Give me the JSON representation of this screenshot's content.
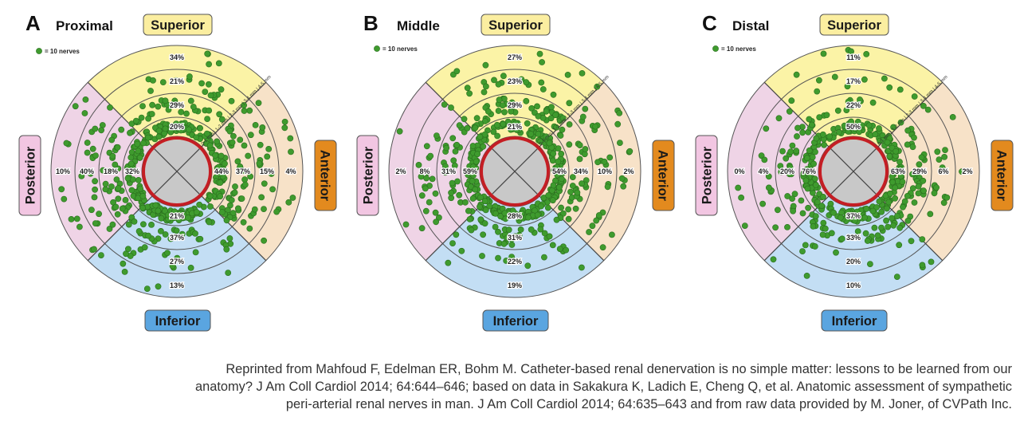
{
  "colors": {
    "superior": "#fbf3a6",
    "anterior": "#f7e2c8",
    "inferior": "#c3def4",
    "posterior": "#efd4e6",
    "nerve": "#3f9b2e",
    "artery_wall": "#c41e24",
    "lumen": "#c8c8c8",
    "label_superior": "#fbeea0",
    "label_anterior": "#e38a1e",
    "label_inferior": "#5aa5e0",
    "label_posterior": "#f2c6e2"
  },
  "legend_text": "= 10 nerves",
  "ring_scale_text": "0-1 mm | 1-2 mm | 2-3 mm | 3-4 mm | 4-5 mm",
  "quadrant_labels": {
    "superior": "Superior",
    "anterior": "Anterior",
    "inferior": "Inferior",
    "posterior": "Posterior"
  },
  "panels": [
    {
      "letter": "A",
      "title": "Proximal",
      "percentages": {
        "superior": [
          "20%",
          "29%",
          "21%",
          "34%"
        ],
        "anterior": [
          "44%",
          "37%",
          "15%",
          "4%"
        ],
        "inferior": [
          "21%",
          "37%",
          "27%",
          "13%"
        ],
        "posterior": [
          "32%",
          "18%",
          "40%",
          "10%"
        ]
      }
    },
    {
      "letter": "B",
      "title": "Middle",
      "percentages": {
        "superior": [
          "21%",
          "29%",
          "23%",
          "27%"
        ],
        "anterior": [
          "54%",
          "34%",
          "10%",
          "2%"
        ],
        "inferior": [
          "28%",
          "31%",
          "22%",
          "19%"
        ],
        "posterior": [
          "59%",
          "31%",
          "8%",
          "2%"
        ]
      }
    },
    {
      "letter": "C",
      "title": "Distal",
      "percentages": {
        "superior": [
          "50%",
          "22%",
          "17%",
          "11%"
        ],
        "anterior": [
          "63%",
          "29%",
          "6%",
          "2%"
        ],
        "inferior": [
          "37%",
          "33%",
          "20%",
          "10%"
        ],
        "posterior": [
          "76%",
          "20%",
          "4%",
          "0%"
        ]
      }
    }
  ],
  "caption_lines": [
    "Reprinted from Mahfoud F, Edelman ER, Bohm M. Catheter-based renal denervation is no simple matter: lessons to be learned from our",
    "anatomy? J Am Coll Cardiol 2014; 64:644–646; based on data in Sakakura K, Ladich E, Cheng Q, et al. Anatomic assessment of sympathetic",
    "peri-arterial renal nerves in man. J Am Coll Cardiol 2014; 64:635–643 and from raw data provided by M. Joner, of CVPath Inc."
  ]
}
